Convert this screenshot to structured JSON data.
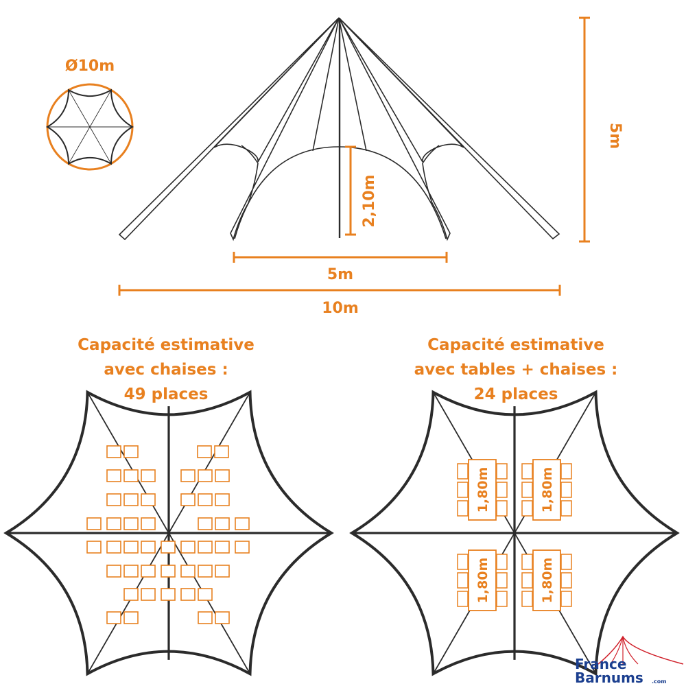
{
  "colors": {
    "accent": "#e8801f",
    "line": "#2b2b2b",
    "logo_blue": "#1b3f8f",
    "logo_red": "#d0202a"
  },
  "dimensions": {
    "diameter": "Ø10m",
    "height_total": "5m",
    "door_height": "2,10m",
    "door_width": "5m",
    "total_width": "10m"
  },
  "layouts": {
    "chairs": {
      "title_line1": "Capacité estimative",
      "title_line2": "avec chaises :",
      "title_line3": "49 places"
    },
    "tables": {
      "title_line1": "Capacité estimative",
      "title_line2": "avec tables + chaises :",
      "title_line3": "24 places",
      "table_label": "1,80m"
    }
  },
  "logo": {
    "line1": "France",
    "line2": "Barnums",
    "suffix": ".com"
  }
}
